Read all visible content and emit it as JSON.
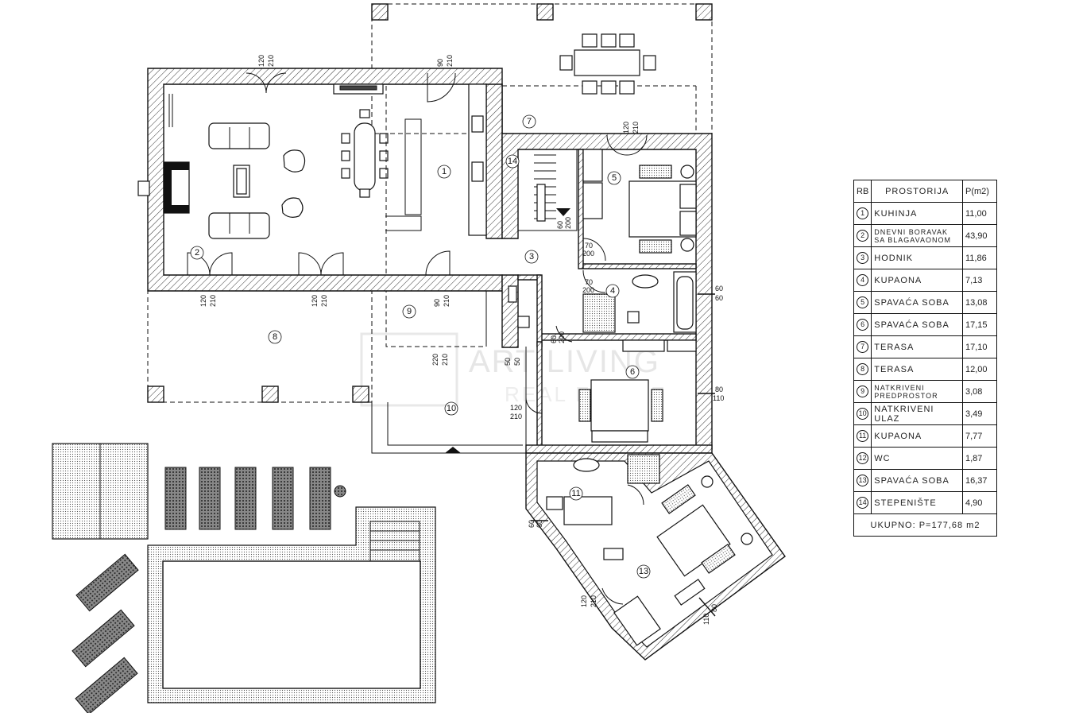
{
  "plan": {
    "rooms": [
      {
        "no": "1"
      },
      {
        "no": "2"
      },
      {
        "no": "3"
      },
      {
        "no": "4"
      },
      {
        "no": "5"
      },
      {
        "no": "6"
      },
      {
        "no": "7"
      },
      {
        "no": "8"
      },
      {
        "no": "9"
      },
      {
        "no": "10"
      },
      {
        "no": "11"
      },
      {
        "no": "13"
      },
      {
        "no": "14"
      }
    ],
    "dims": {
      "d1a": "120",
      "d1b": "210",
      "d2a": "90",
      "d2b": "210",
      "d3a": "120",
      "d3b": "210",
      "d4a": "120",
      "d4b": "210",
      "d5a": "120",
      "d5b": "210",
      "d6a": "90",
      "d6b": "210",
      "d7a": "70",
      "d7b": "200",
      "d8a": "70",
      "d8b": "200",
      "d9a": "60",
      "d9b": "60",
      "d10a": "120",
      "d10b": "210",
      "d11a": "80",
      "d11b": "110",
      "d12a": "120",
      "d12b": "210",
      "d13a": "80",
      "d13b": "110",
      "d14a": "60",
      "d14b": "60",
      "d15a": "50",
      "d15b": "50",
      "d16a": "220",
      "d16b": "210",
      "d17a": "60",
      "d17b": "200",
      "d18a": "60",
      "d18b": "200"
    },
    "watermark": {
      "line1": "ART LIVING",
      "line2": "REAL ESTATE"
    }
  },
  "legend": {
    "headers": {
      "rb": "RB",
      "name": "PROSTORIJA",
      "area": "P(m2)"
    },
    "rows": [
      {
        "rb": "1",
        "name": "KUHINJA",
        "area": "11,00"
      },
      {
        "rb": "2",
        "name": "DNEVNI BORAVAK SA BLAGAVAONOM",
        "area": "43,90"
      },
      {
        "rb": "3",
        "name": "HODNIK",
        "area": "11,86"
      },
      {
        "rb": "4",
        "name": "KUPAONA",
        "area": "7,13"
      },
      {
        "rb": "5",
        "name": "SPAVAĆA SOBA",
        "area": "13,08"
      },
      {
        "rb": "6",
        "name": "SPAVAĆA SOBA",
        "area": "17,15"
      },
      {
        "rb": "7",
        "name": "TERASA",
        "area": "17,10"
      },
      {
        "rb": "8",
        "name": "TERASA",
        "area": "12,00"
      },
      {
        "rb": "9",
        "name": "NATKRIVENI PREDPROSTOR",
        "area": "3,08"
      },
      {
        "rb": "10",
        "name": "NATKRIVENI ULAZ",
        "area": "3,49"
      },
      {
        "rb": "11",
        "name": "KUPAONA",
        "area": "7,77"
      },
      {
        "rb": "12",
        "name": "WC",
        "area": "1,87"
      },
      {
        "rb": "13",
        "name": "SPAVAĆA SOBA",
        "area": "16,37"
      },
      {
        "rb": "14",
        "name": "STEPENIŠTE",
        "area": "4,90"
      }
    ],
    "total": "UKUPNO:  P=177,68 m2"
  }
}
